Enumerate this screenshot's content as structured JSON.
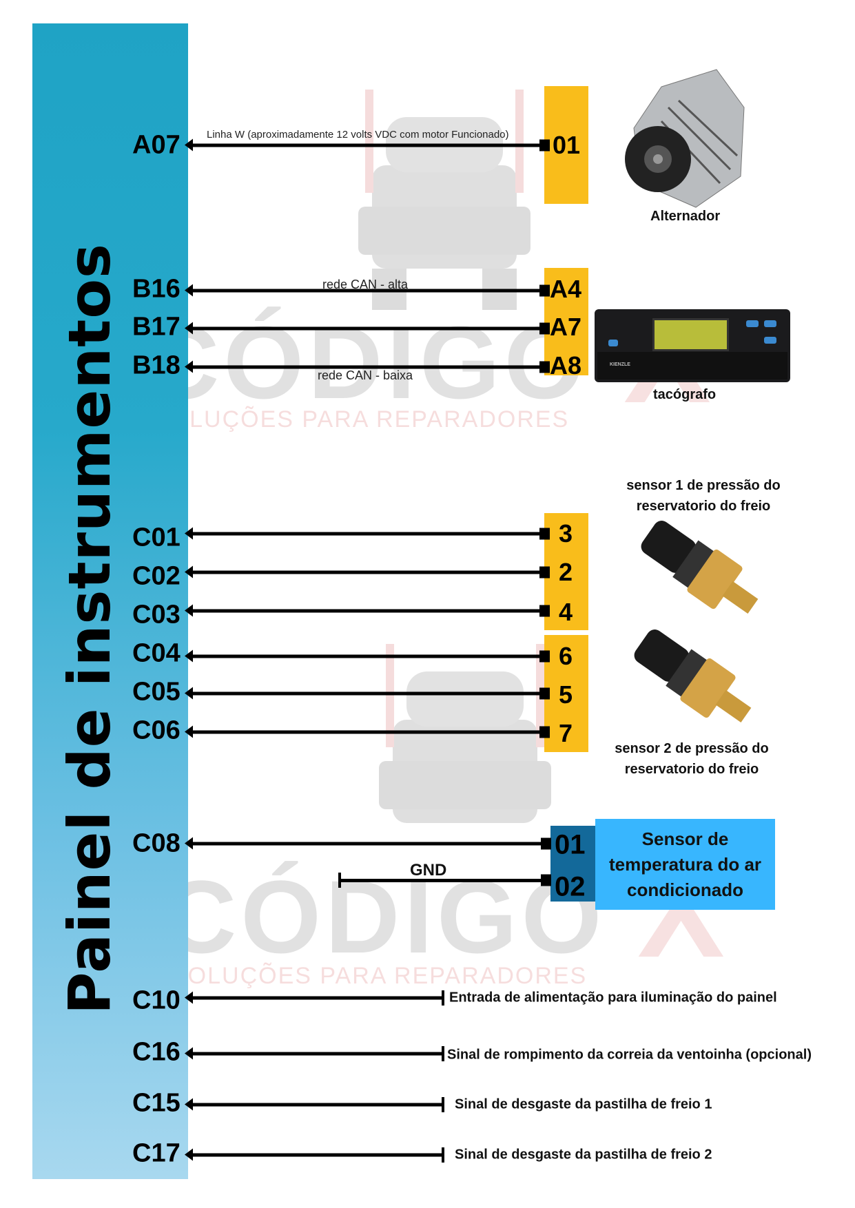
{
  "title": "Painel de instrumentos",
  "watermark": {
    "brand": "CÓDIGO",
    "x": "X",
    "tagline": "SOLUÇÕES PARA REPARADORES"
  },
  "alternator": {
    "pin": "A07",
    "terminal": "01",
    "wire_label": "Linha W (aproximadamente 12 volts VDC com motor Funcionado)",
    "caption": "Alternador"
  },
  "tachograph": {
    "pins": [
      {
        "pin": "B16",
        "terminal": "A4"
      },
      {
        "pin": "B17",
        "terminal": "A7"
      },
      {
        "pin": "B18",
        "terminal": "A8"
      }
    ],
    "can_high": "rede CAN - alta",
    "can_low": "rede CAN - baixa",
    "caption": "tacógrafo",
    "brand": "KIENZLE"
  },
  "pressure_sensors": {
    "sensor1_caption": [
      "sensor 1 de pressão do",
      "reservatorio do freio"
    ],
    "sensor2_caption": [
      "sensor 2 de pressão do",
      "reservatorio do freio"
    ],
    "pins": [
      {
        "pin": "C01",
        "terminal": "3"
      },
      {
        "pin": "C02",
        "terminal": "2"
      },
      {
        "pin": "C03",
        "terminal": "4"
      },
      {
        "pin": "C04",
        "terminal": "6"
      },
      {
        "pin": "C05",
        "terminal": "5"
      },
      {
        "pin": "C06",
        "terminal": "7"
      }
    ]
  },
  "ac_sensor": {
    "pin": "C08",
    "terminal1": "01",
    "terminal2": "02",
    "gnd": "GND",
    "label": [
      "Sensor de",
      "temperatura do ar",
      "condicionado"
    ],
    "dark_color": "#13699a",
    "light_color": "#38b6fe"
  },
  "signals": [
    {
      "pin": "C10",
      "desc": "Entrada de alimentação para iluminação do painel"
    },
    {
      "pin": "C16",
      "desc": "Sinal de rompimento da correia da ventoinha (opcional)"
    },
    {
      "pin": "C15",
      "desc": "Sinal de desgaste da pastilha de freio 1"
    },
    {
      "pin": "C17",
      "desc": "Sinal de desgaste da pastilha de freio 2"
    }
  ],
  "colors": {
    "terminal_box": "#f9bd1b",
    "panel_bar": "#27a9cb"
  }
}
